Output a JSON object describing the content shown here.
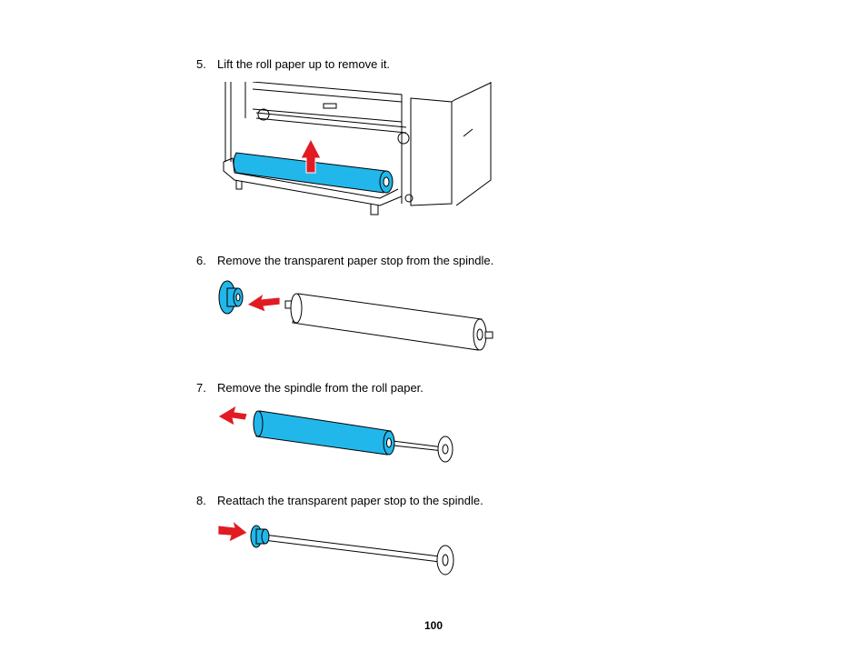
{
  "steps": [
    {
      "number": "5.",
      "text": "Lift the roll paper up to remove it."
    },
    {
      "number": "6.",
      "text": "Remove the transparent paper stop from the spindle."
    },
    {
      "number": "7.",
      "text": "Remove the spindle from the roll paper."
    },
    {
      "number": "8.",
      "text": "Reattach the transparent paper stop to the spindle."
    }
  ],
  "page_number": "100",
  "colors": {
    "roll_blue": "#22b7ea",
    "arrow_red": "#e21b23"
  }
}
